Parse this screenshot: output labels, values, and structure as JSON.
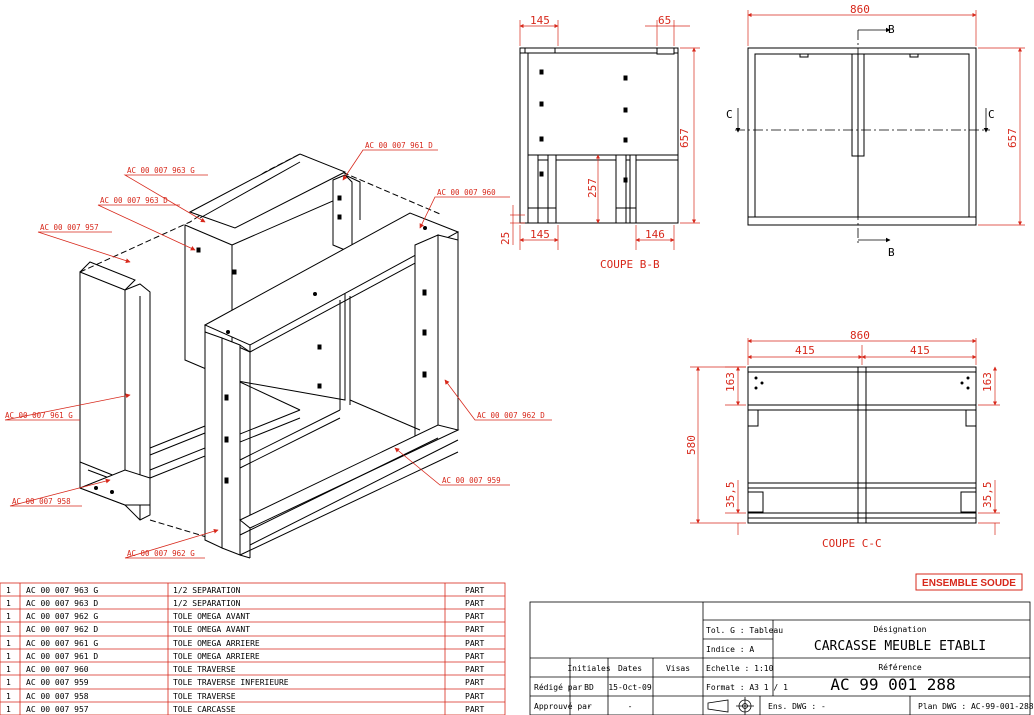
{
  "callouts": [
    "AC 00 007 961 D",
    "AC 00 007 963 G",
    "AC 00 007 963 D",
    "AC 00 007 960",
    "AC 00 007 957",
    "AC 00 007 961 G",
    "AC 00 007 962 D",
    "AC 00 007 958",
    "AC 00 007 959",
    "AC 00 007 962 G"
  ],
  "view_bb": {
    "dims": [
      "145",
      "65",
      "657",
      "257",
      "25",
      "145",
      "146"
    ],
    "label": "COUPE B-B"
  },
  "view_top": {
    "dim_width": "860",
    "dim_height": "657",
    "section_marks": [
      "B",
      "B",
      "C",
      "C"
    ]
  },
  "view_cc": {
    "dims": [
      "860",
      "415",
      "415",
      "163",
      "163",
      "580",
      "35,5",
      "35,5"
    ],
    "label": "COUPE C-C"
  },
  "badge": "ENSEMBLE SOUDE",
  "parts_list": [
    {
      "qty": "1",
      "ref": "AC 00 007 963 G",
      "desc": "1/2 SEPARATION",
      "type": "PART"
    },
    {
      "qty": "1",
      "ref": "AC 00 007 963 D",
      "desc": "1/2 SEPARATION",
      "type": "PART"
    },
    {
      "qty": "1",
      "ref": "AC 00 007 962 G",
      "desc": "TOLE OMEGA AVANT",
      "type": "PART"
    },
    {
      "qty": "1",
      "ref": "AC 00 007 962 D",
      "desc": "TOLE OMEGA AVANT",
      "type": "PART"
    },
    {
      "qty": "1",
      "ref": "AC 00 007 961 G",
      "desc": "TOLE OMEGA ARRIERE",
      "type": "PART"
    },
    {
      "qty": "1",
      "ref": "AC 00 007 961 D",
      "desc": "TOLE OMEGA ARRIERE",
      "type": "PART"
    },
    {
      "qty": "1",
      "ref": "AC 00 007 960",
      "desc": "TOLE TRAVERSE",
      "type": "PART"
    },
    {
      "qty": "1",
      "ref": "AC 00 007 959",
      "desc": "TOLE TRAVERSE INFERIEURE",
      "type": "PART"
    },
    {
      "qty": "1",
      "ref": "AC 00 007 958",
      "desc": "TOLE TRAVERSE",
      "type": "PART"
    },
    {
      "qty": "1",
      "ref": "AC 00 007 957",
      "desc": "TOLE CARCASSE",
      "type": "PART"
    }
  ],
  "title_block": {
    "col_initiales": "Initiales",
    "col_dates": "Dates",
    "col_visas": "Visas",
    "redige_par": "Rédigé par",
    "redige_initiales": "BD",
    "redige_date": "15-Oct-09",
    "approuve_par": "Approuvé par",
    "approuve_initiales": "-",
    "approuve_date": "-",
    "tol": "Tol. G : Tableau",
    "indice": "Indice : A",
    "echelle": "Echelle : 1:10",
    "format": "Format : A3   1 / 1",
    "ens_dwg": "Ens. DWG : -",
    "designation_label": "Désignation",
    "designation": "CARCASSE MEUBLE ETABLI",
    "reference_label": "Référence",
    "reference": "AC 99 001 288",
    "plan_dwg": "Plan DWG : AC-99-001-288"
  }
}
